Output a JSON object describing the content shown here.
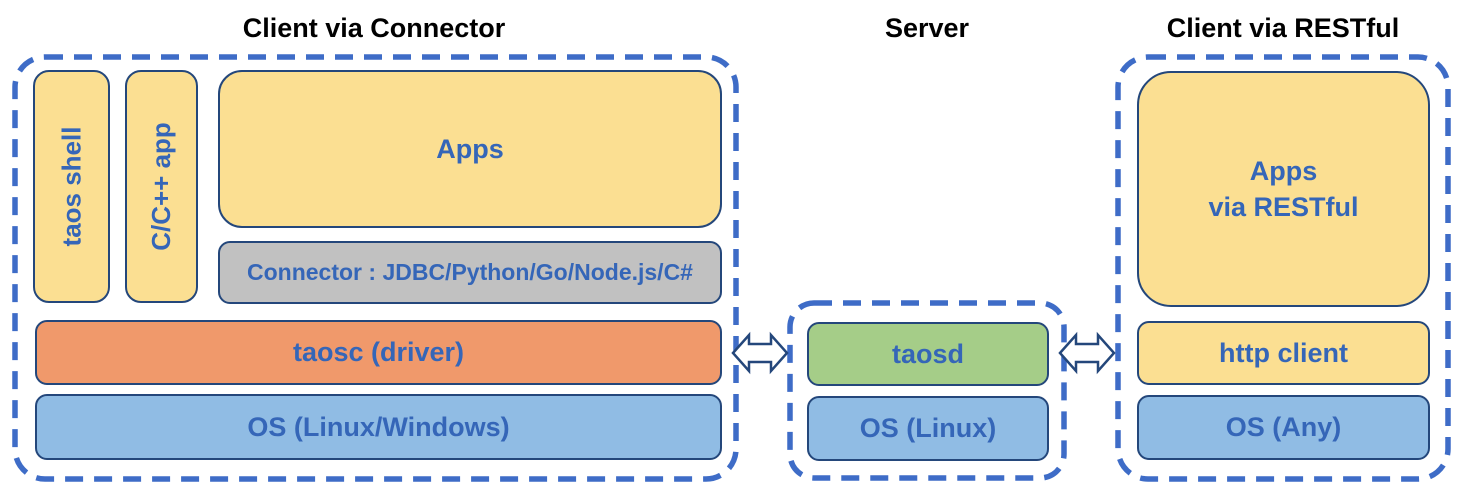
{
  "colors": {
    "box_yellow": "#FBDF92",
    "box_orange": "#F0996B",
    "box_blue": "#90BCE4",
    "box_green": "#A5CD88",
    "box_gray": "#C1C1C1",
    "box_border": "#24477B",
    "dashed_border": "#3E6CC7",
    "label_blue": "#3566B8",
    "title_color": "#000000"
  },
  "left_section": {
    "title": "Client via Connector",
    "taos_shell_label": "taos shell",
    "cpp_app_label": "C/C++ app",
    "apps_label": "Apps",
    "connector_label": "Connector : JDBC/Python/Go/Node.js/C#",
    "taosc_label": "taosc (driver)",
    "os_label": "OS (Linux/Windows)"
  },
  "server_section": {
    "title": "Server",
    "taosd_label": "taosd",
    "os_label": "OS (Linux)"
  },
  "rest_section": {
    "title": "Client via RESTful",
    "apps_label_line1": "Apps",
    "apps_label_line2": "via RESTful",
    "http_client_label": "http client",
    "os_label": "OS (Any)"
  },
  "connections": {
    "left_arrow": "bidirectional-arrow between client-connector and server",
    "right_arrow": "bidirectional-arrow between server and client-restful"
  }
}
